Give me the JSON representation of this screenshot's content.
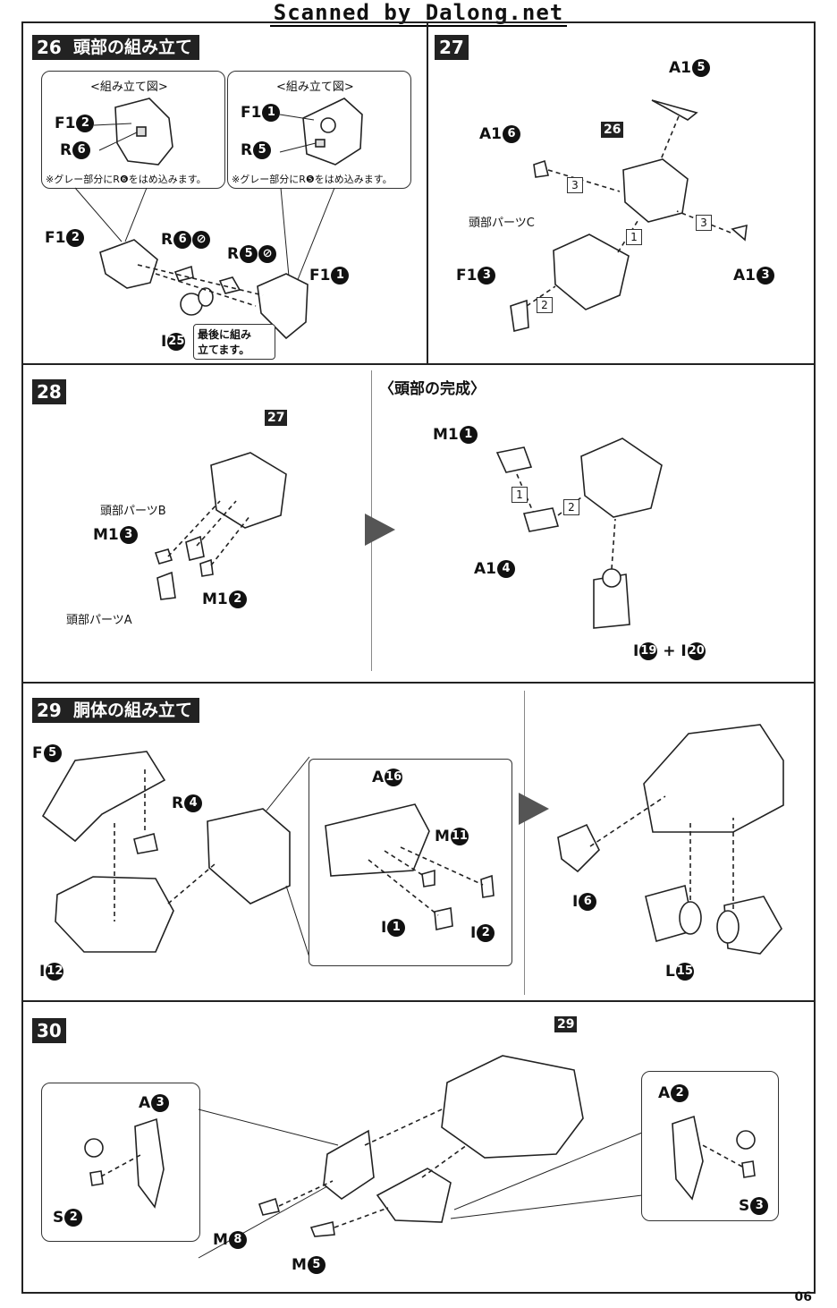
{
  "header": "Scanned by Dalong.net",
  "page_number": "06",
  "steps": {
    "s26": {
      "num": "26",
      "title": "頭部の組み立て",
      "box_title": "<組み立て図>",
      "left_box": {
        "l1": "F1",
        "n1": "2",
        "l2": "R",
        "n2": "6",
        "note": "※グレー部分にR❻をはめ込みます。"
      },
      "right_box": {
        "l1": "F1",
        "n1": "1",
        "l2": "R",
        "n2": "5",
        "note": "※グレー部分にR❺をはめ込みます。"
      },
      "parts": {
        "f12": "F1",
        "f12n": "2",
        "r6": "R",
        "r6n": "6",
        "r5": "R",
        "r5n": "5",
        "f11": "F1",
        "f11n": "1",
        "i25": "I",
        "i25n": "25"
      },
      "callout": "最後に組み\n立てます。"
    },
    "s27": {
      "num": "27",
      "parts": {
        "a15": "A1",
        "a15n": "5",
        "a16": "A1",
        "a16n": "6",
        "ref": "26",
        "headc": "頭部パーツC",
        "f13": "F1",
        "f13n": "3",
        "a13": "A1",
        "a13n": "3"
      },
      "seq": [
        "3",
        "3",
        "1",
        "2"
      ]
    },
    "s28": {
      "num": "28",
      "parts": {
        "ref": "27",
        "headb": "頭部パーツB",
        "m13": "M1",
        "m13n": "3",
        "m12": "M1",
        "m12n": "2",
        "heada": "頭部パーツA"
      },
      "complete_title": "〈頭部の完成〉",
      "complete": {
        "m11": "M1",
        "m11n": "1",
        "a14": "A1",
        "a14n": "4",
        "i19": "I",
        "i19n": "19",
        "plus": "+",
        "i20": "I",
        "i20n": "20"
      },
      "seq": [
        "1",
        "2"
      ]
    },
    "s29": {
      "num": "29",
      "title": "胴体の組み立て",
      "parts": {
        "f5": "F",
        "f5n": "5",
        "r4": "R",
        "r4n": "4",
        "i12": "I",
        "i12n": "12",
        "a16": "A",
        "a16n": "16",
        "m11": "M",
        "m11n": "11",
        "i1": "I",
        "i1n": "1",
        "i2": "I",
        "i2n": "2",
        "i6": "I",
        "i6n": "6",
        "l15": "L",
        "l15n": "15"
      }
    },
    "s30": {
      "num": "30",
      "parts": {
        "ref": "29",
        "a3": "A",
        "a3n": "3",
        "s2": "S",
        "s2n": "2",
        "m8": "M",
        "m8n": "8",
        "m5": "M",
        "m5n": "5",
        "a2": "A",
        "a2n": "2",
        "s3": "S",
        "s3n": "3"
      }
    }
  }
}
